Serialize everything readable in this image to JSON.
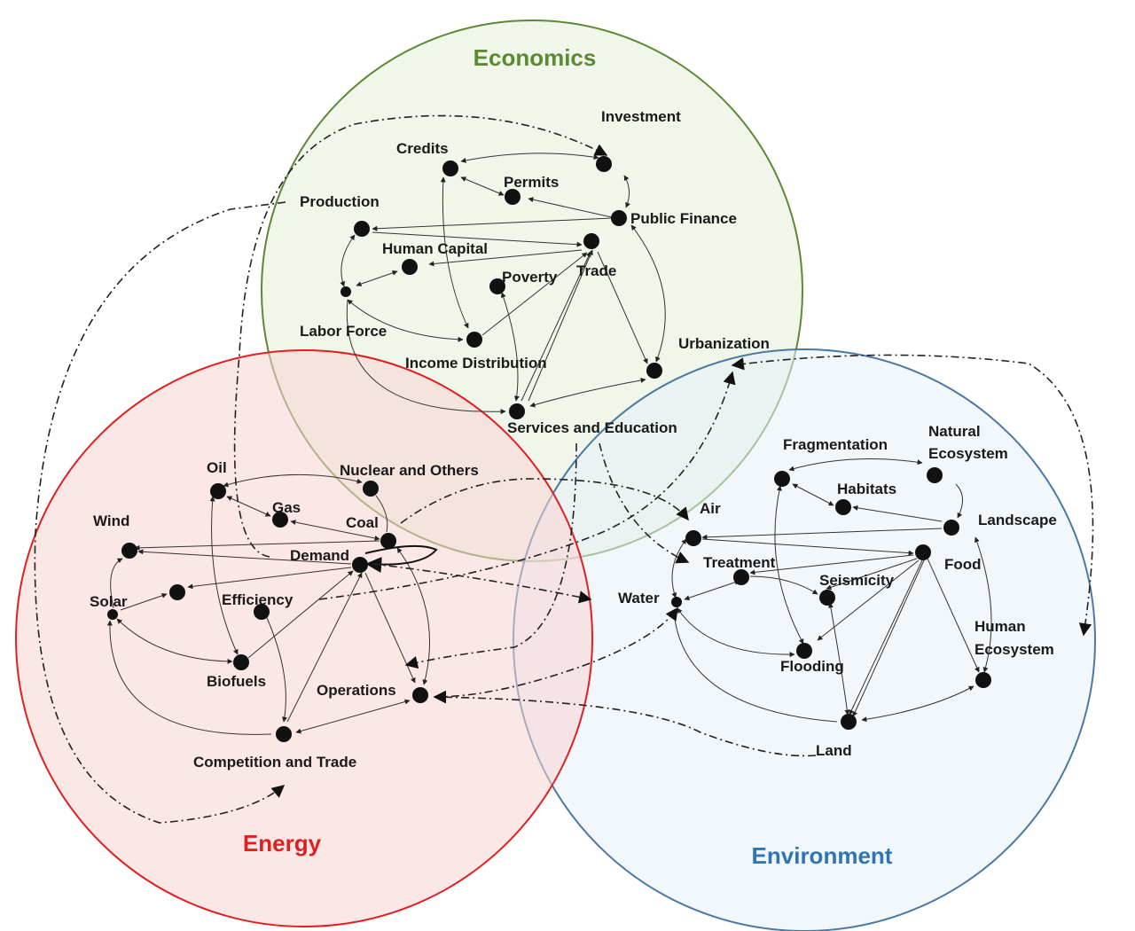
{
  "domains": {
    "economics": {
      "title": "Economics",
      "stroke": "#5b8a33",
      "fill": "#e3efd7",
      "title_color": "#5b8a33"
    },
    "energy": {
      "title": "Energy",
      "stroke": "#e02020",
      "fill": "#f9d3d3",
      "title_color": "#e02020"
    },
    "environment": {
      "title": "Environment",
      "stroke": "#4a79a5",
      "fill": "#e8f0f9",
      "title_color": "#2e75b6"
    }
  },
  "nodes": {
    "investment": "Investment",
    "credits": "Credits",
    "permits": "Permits",
    "public_finance": "Public Finance",
    "production": "Production",
    "human_capital": "Human Capital",
    "trade": "Trade",
    "poverty": "Poverty",
    "labor_force": "Labor Force",
    "income_distribution": "Income Distribution",
    "urbanization": "Urbanization",
    "services_education": "Services and Education",
    "oil": "Oil",
    "gas": "Gas",
    "coal": "Coal",
    "nuclear_others": "Nuclear and Others",
    "wind": "Wind",
    "demand": "Demand",
    "solar": "Solar",
    "efficiency": "Efficiency",
    "biofuels": "Biofuels",
    "operations": "Operations",
    "competition_trade": "Competition and Trade",
    "fragmentation": "Fragmentation",
    "natural_ecosystem_1": "Natural",
    "natural_ecosystem_2": "Ecosystem",
    "habitats": "Habitats",
    "air": "Air",
    "landscape": "Landscape",
    "treatment": "Treatment",
    "food": "Food",
    "seismicity": "Seismicity",
    "water": "Water",
    "human_ecosystem_1": "Human",
    "human_ecosystem_2": "Ecosystem",
    "flooding": "Flooding",
    "land": "Land"
  }
}
